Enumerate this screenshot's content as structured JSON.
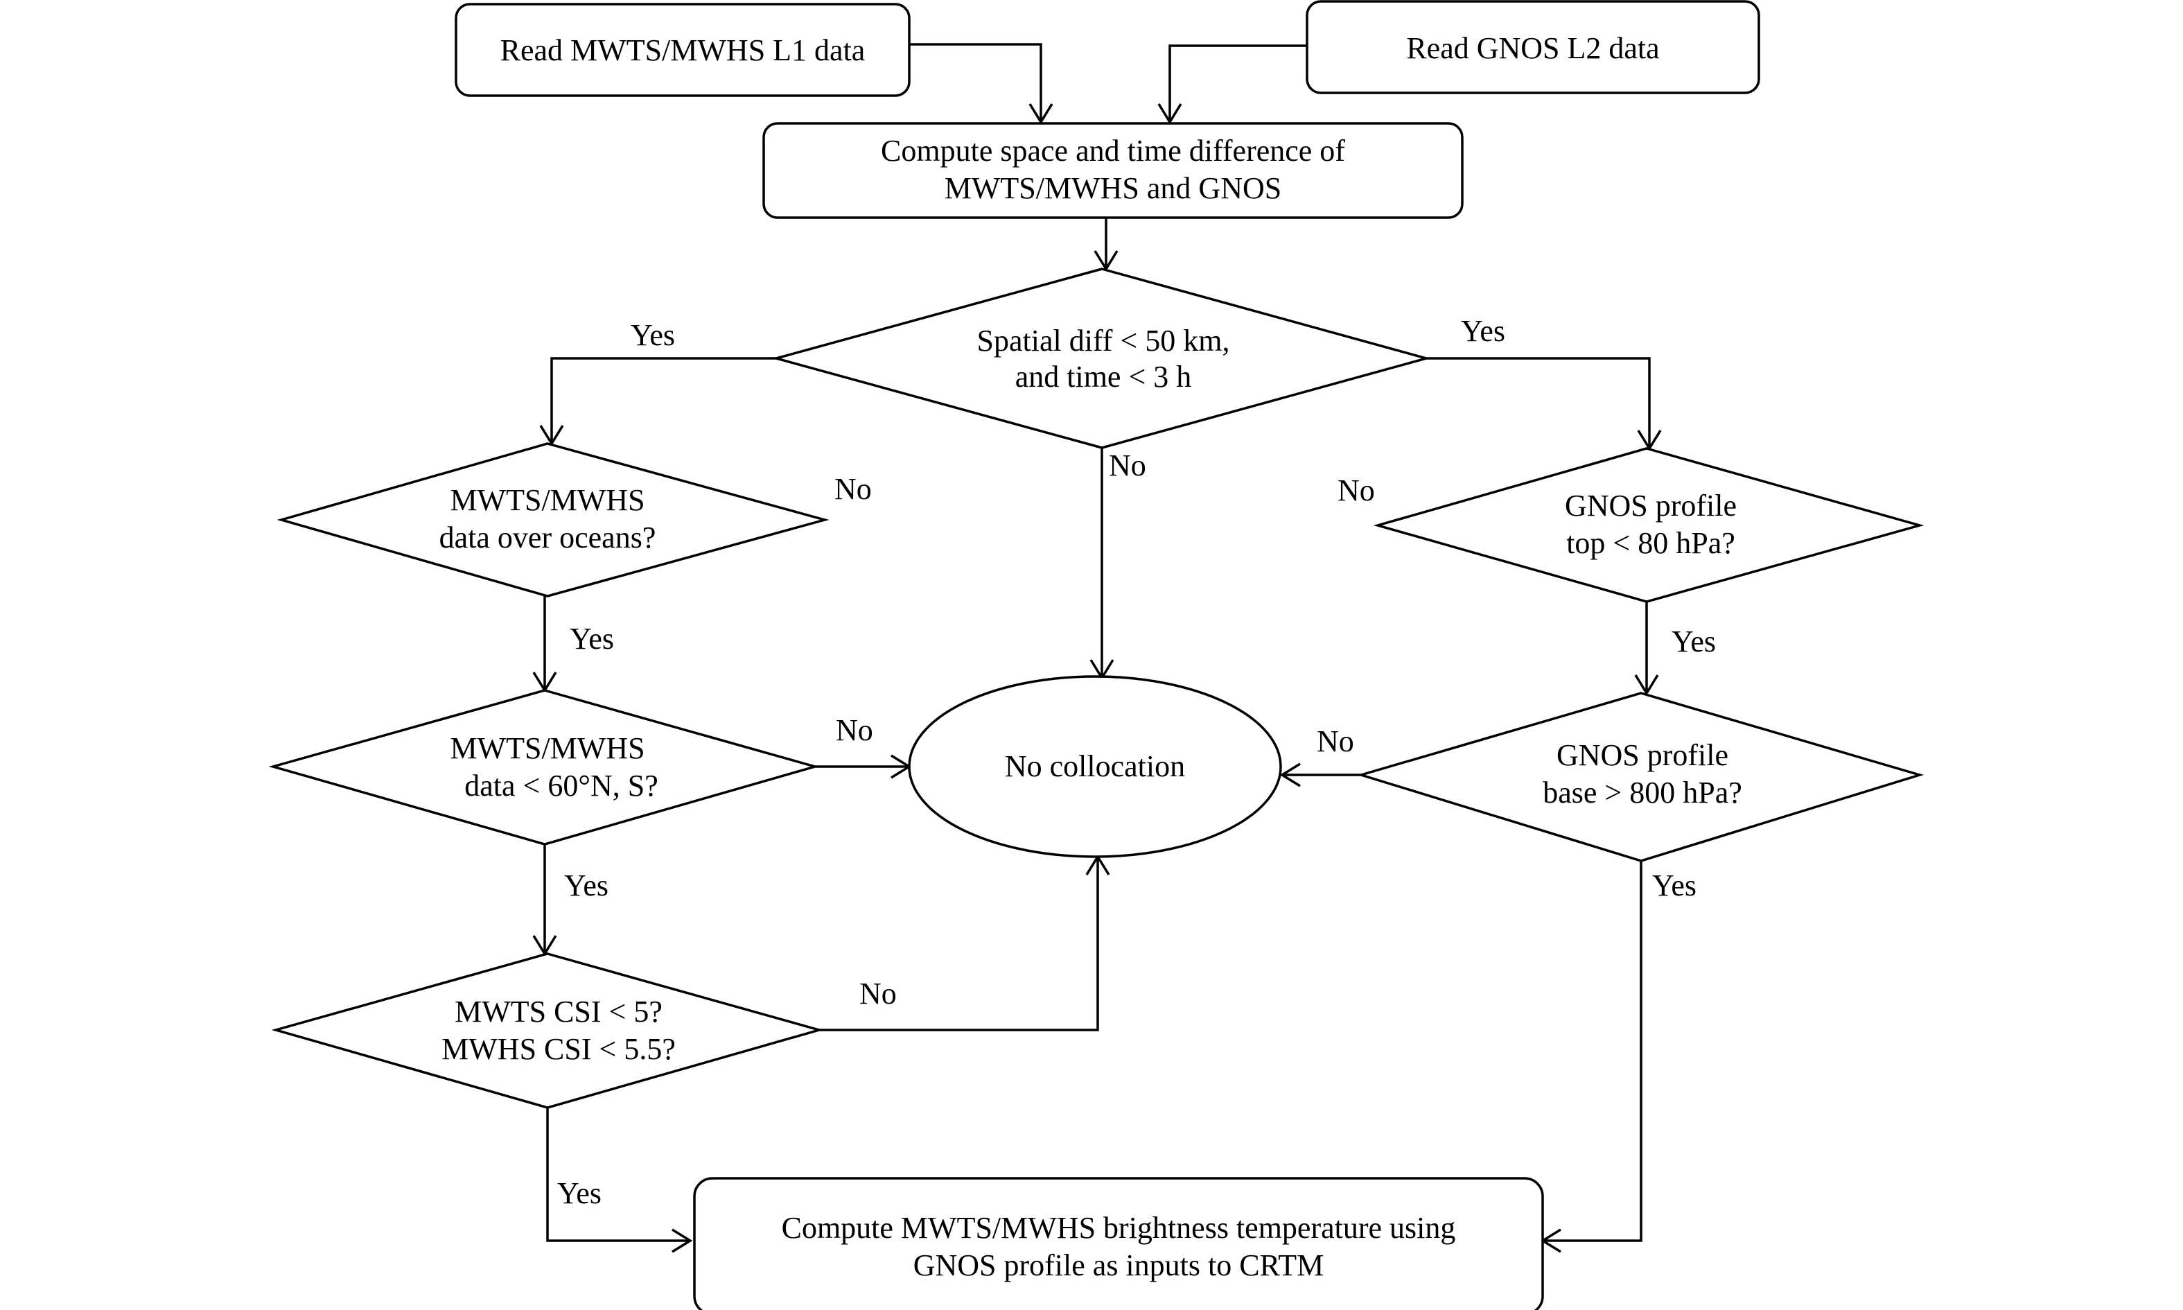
{
  "nodes": {
    "read_mwts_mwhs": "Read MWTS/MWHS L1 data",
    "read_gnos": "Read GNOS L2 data",
    "compute_diff": [
      "Compute space and time difference of",
      "MWTS/MWHS and GNOS"
    ],
    "spatial_time_check": [
      "Spatial diff < 50 km,",
      "and time < 3 h"
    ],
    "over_oceans": [
      "MWTS/MWHS",
      "data over oceans?"
    ],
    "latitude_check": [
      "MWTS/MWHS",
      "data < 60°N, S?"
    ],
    "csi_check": [
      "MWTS CSI < 5?",
      "MWHS CSI < 5.5?"
    ],
    "gnos_top": [
      "GNOS profile",
      "top < 80 hPa?"
    ],
    "gnos_base": [
      "GNOS profile",
      "base > 800 hPa?"
    ],
    "no_collocation": "No collocation",
    "compute_bt": [
      "Compute MWTS/MWHS brightness temperature using",
      "GNOS profile as inputs to CRTM"
    ]
  },
  "edge_labels": {
    "yes_spatial_left": "Yes",
    "yes_spatial_right": "Yes",
    "no_spatial": "No",
    "no_oceans": "No",
    "yes_oceans": "Yes",
    "no_latitude": "No",
    "yes_latitude": "Yes",
    "no_csi": "No",
    "yes_csi": "Yes",
    "no_gnos_top": "No",
    "yes_gnos_top": "Yes",
    "no_gnos_base": "No",
    "yes_gnos_base": "Yes"
  }
}
